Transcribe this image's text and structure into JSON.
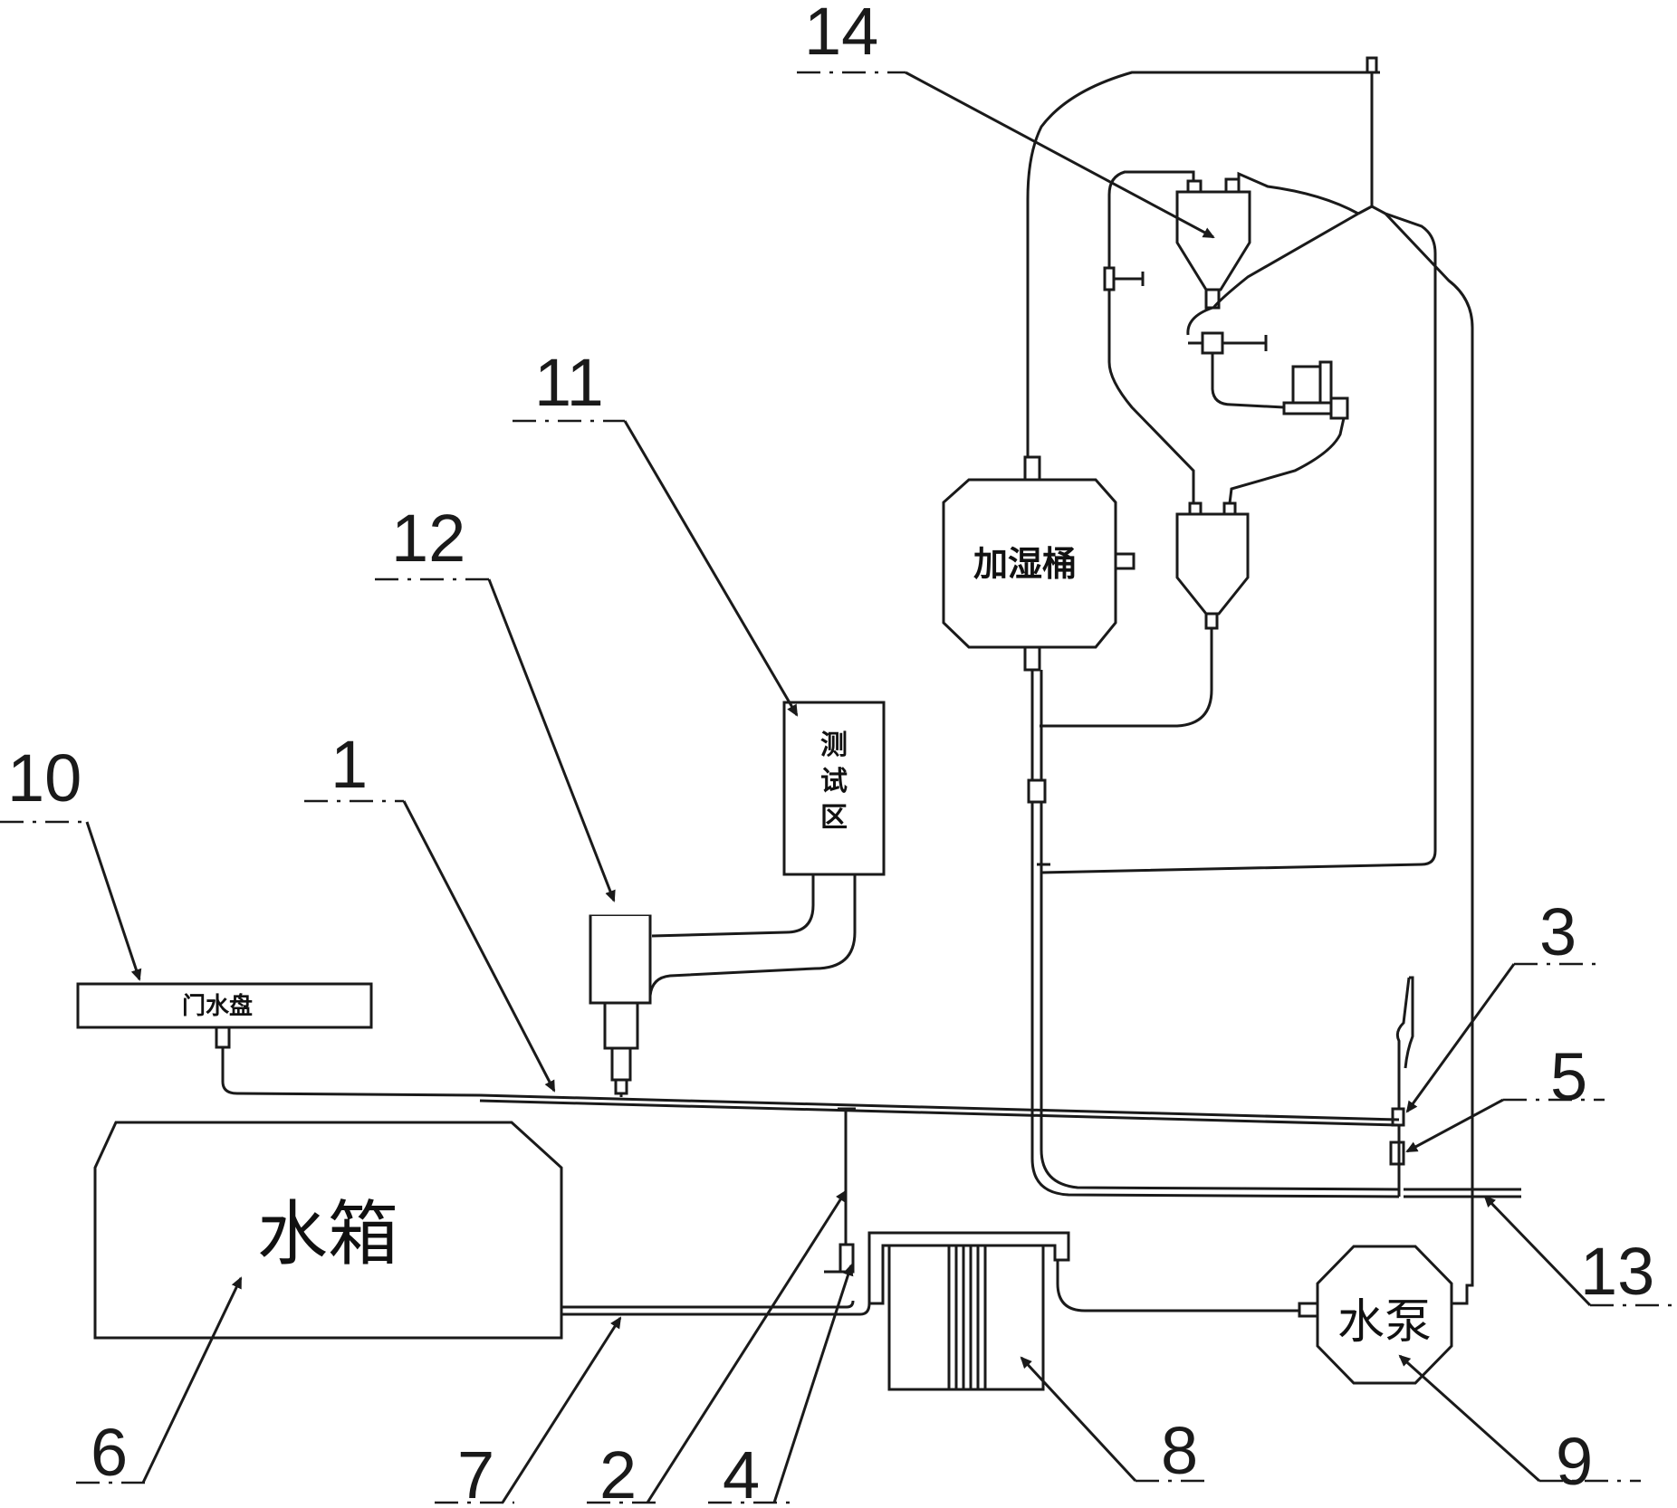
{
  "labels": {
    "water_tank": "水箱",
    "pump": "水泵",
    "humidifier": "加湿桶",
    "door_tray": "门水盘",
    "test_area": [
      "测",
      "试",
      "区"
    ]
  },
  "callouts": {
    "n1": "1",
    "n2": "2",
    "n3": "3",
    "n4": "4",
    "n5": "5",
    "n6": "6",
    "n7": "7",
    "n8": "8",
    "n9": "9",
    "n10": "10",
    "n11": "11",
    "n12": "12",
    "n13": "13",
    "n14": "14"
  }
}
